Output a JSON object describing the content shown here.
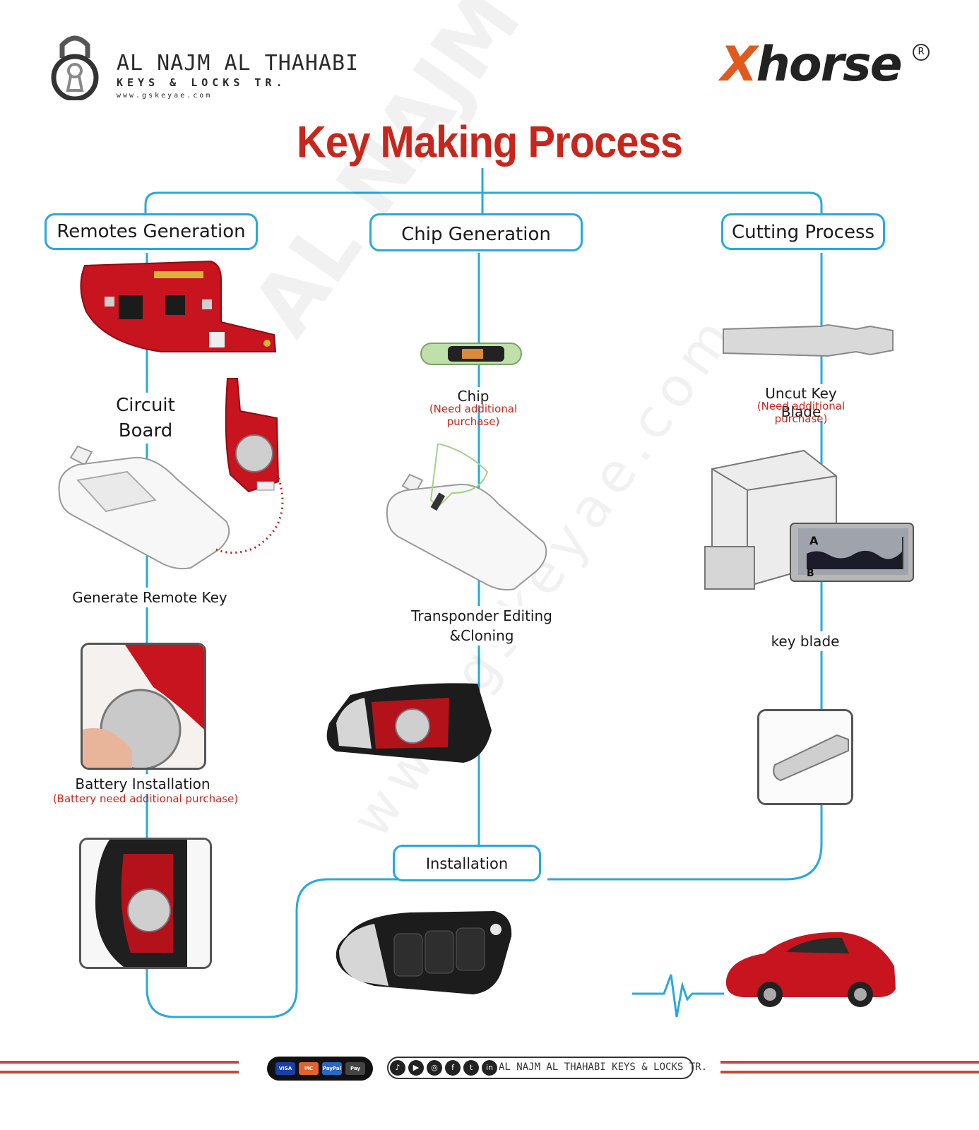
{
  "header": {
    "company_name": "AL NAJM AL THAHABI",
    "company_sub": "KEYS & LOCKS TR.",
    "company_url": "www.gskeyae.com",
    "brand_x": "X",
    "brand_rest": "horse",
    "registered": "R"
  },
  "title": "Key Making Process",
  "columns": {
    "remotes": {
      "heading": "Remotes Generation",
      "circuit_board": "Circuit Board",
      "generate_remote": "Generate Remote Key",
      "battery": "Battery Installation",
      "battery_note": "(Battery need additional purchase)"
    },
    "chip": {
      "heading": "Chip Generation",
      "chip": "Chip",
      "chip_note": "(Need additional purchase)",
      "transponder": "Transponder Editing &Cloning"
    },
    "cutting": {
      "heading": "Cutting Process",
      "uncut_blade": "Uncut Key  Blade",
      "uncut_note": "(Need additional purchase)",
      "key_blade": "key blade",
      "gauge_a": "A",
      "gauge_b": "B"
    }
  },
  "installation": "Installation",
  "footer": {
    "payment_cards": [
      "VISA",
      "MC",
      "PayPal",
      "Pay"
    ],
    "text": "AL NAJM AL THAHABI KEYS & LOCKS TR."
  },
  "colors": {
    "accent_blue": "#27a9df",
    "accent_red": "#c8261c",
    "board_red": "#c8141e",
    "footer_red": "#d0453a"
  }
}
